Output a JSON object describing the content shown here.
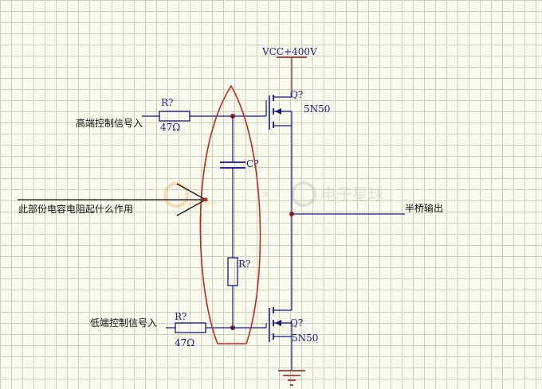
{
  "supply": "VCC+400V",
  "high_side": {
    "input_label": "高端控制信号入",
    "resistor_ref": "R?",
    "resistor_value": "47Ω",
    "mosfet_ref": "Q?",
    "mosfet_part": "5N50"
  },
  "low_side": {
    "input_label": "低端控制信号入",
    "resistor_ref": "R?",
    "resistor_value": "47Ω",
    "mosfet_ref": "Q?",
    "mosfet_part": "5N50"
  },
  "snubber": {
    "capacitor_ref": "C?",
    "resistor_ref": "R?"
  },
  "annotation": "此部份电容电阻起什么作用",
  "output_label": "半桥输出",
  "watermark": {
    "left_text": "Yuan.com",
    "right_text": "电子星球"
  },
  "colors": {
    "wire": "#16168a",
    "rail": "#8b1a1a",
    "highlight": "#c4281c",
    "node": "#8b1a1a"
  }
}
